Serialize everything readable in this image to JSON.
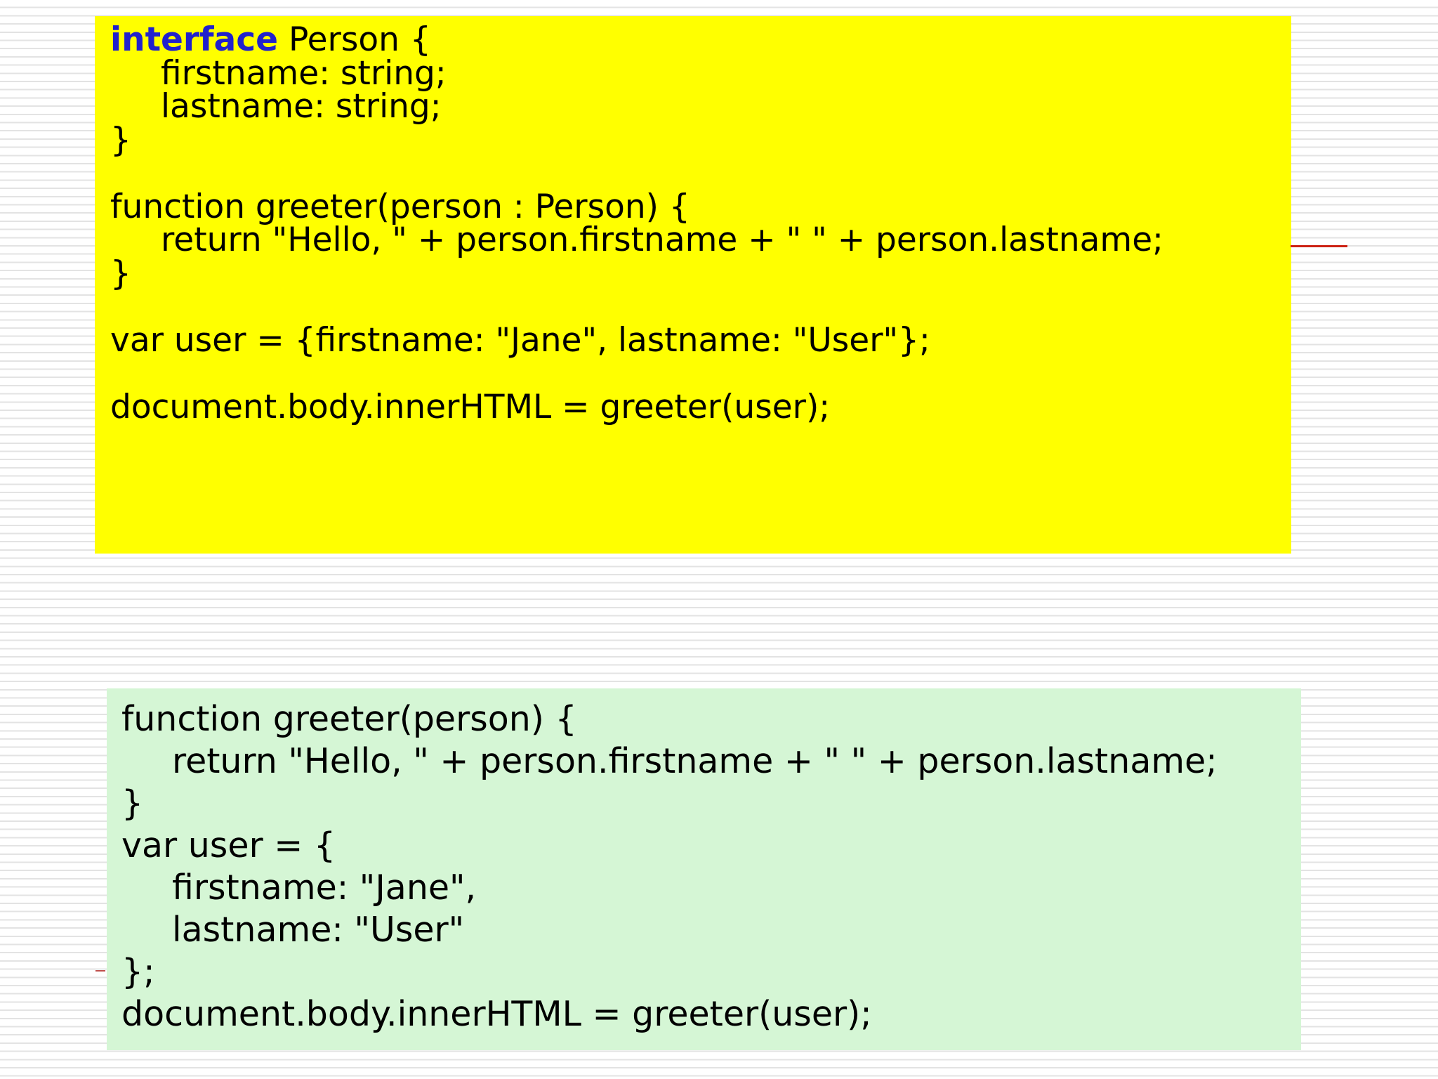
{
  "slide": {
    "stripe_color": "#e3e3e3"
  },
  "typescript_box": {
    "bg_color": "#ffff00",
    "keyword": "interface",
    "keyword_color": "#2121cc",
    "first_line_rest": " Person {",
    "lines": [
      {
        "text": "firstname: string;",
        "indent": 1
      },
      {
        "text": "lastname: string;",
        "indent": 1
      },
      {
        "text": "}",
        "indent": 0
      },
      {
        "text": "",
        "indent": 0
      },
      {
        "text": "function greeter(person : Person) {",
        "indent": 0
      },
      {
        "text": "return \"Hello, \" + person.firstname + \" \" + person.lastname;",
        "indent": 1
      },
      {
        "text": "}",
        "indent": 0
      },
      {
        "text": "",
        "indent": 0
      },
      {
        "text": "var user = {firstname: \"Jane\", lastname: \"User\"};",
        "indent": 0
      },
      {
        "text": "",
        "indent": 0
      },
      {
        "text": "document.body.innerHTML = greeter(user);",
        "indent": 0
      }
    ]
  },
  "javascript_box": {
    "bg_color": "#d5f6d5",
    "lines": [
      {
        "text": "function greeter(person) {",
        "indent": 0
      },
      {
        "text": "return \"Hello, \" + person.firstname + \" \" + person.lastname;",
        "indent": 1
      },
      {
        "text": "}",
        "indent": 0
      },
      {
        "text": "var user = {",
        "indent": 0
      },
      {
        "text": "firstname: \"Jane\",",
        "indent": 1
      },
      {
        "text": "lastname: \"User\"",
        "indent": 1
      },
      {
        "text": "};",
        "indent": 0
      },
      {
        "text": "document.body.innerHTML = greeter(user);",
        "indent": 0
      }
    ]
  },
  "annotations": {
    "red_line_color": "#cc2213",
    "red_dash_color": "#c0504d"
  }
}
